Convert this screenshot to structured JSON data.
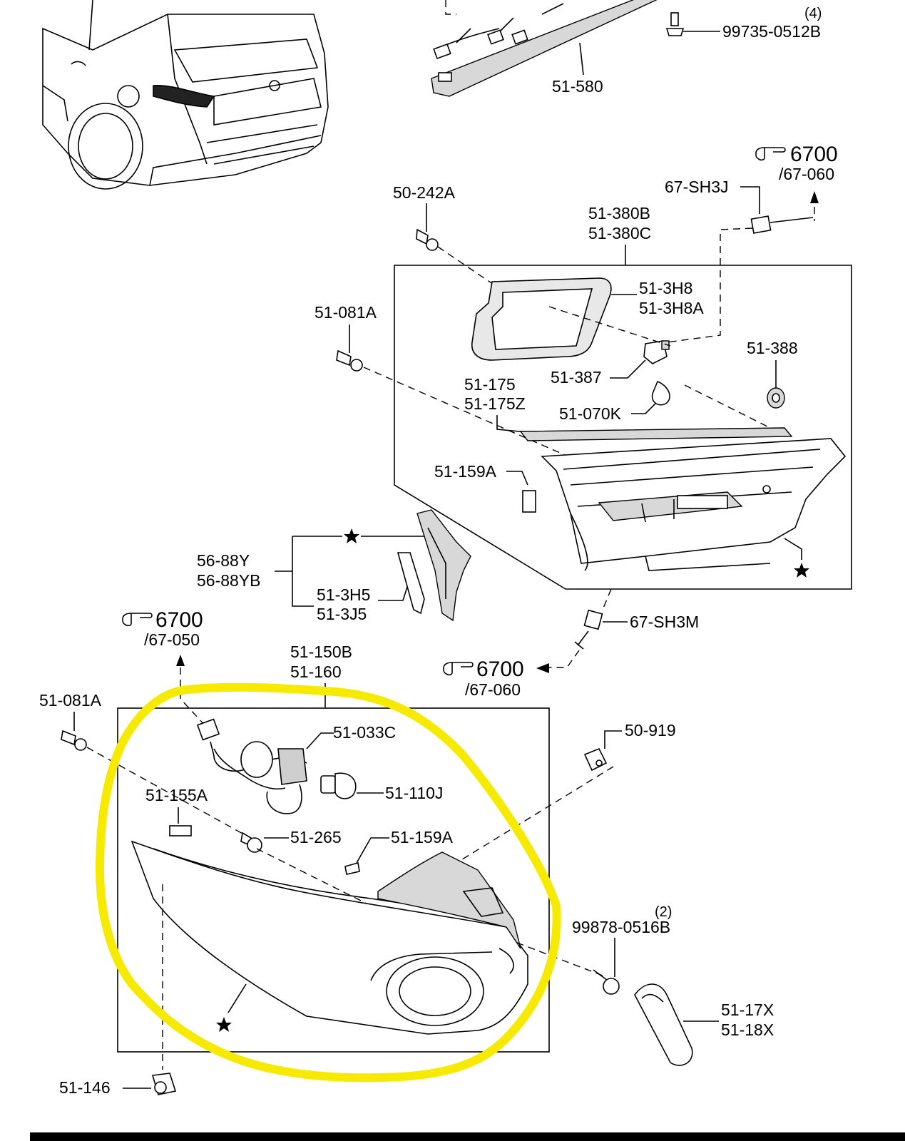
{
  "highlight_color": "#f5ea00",
  "labels": {
    "l_99735": "99735-0512B",
    "l_qty4": "(4)",
    "l_51580": "51-580",
    "l_50242a": "50-242A",
    "l_67sh3j": "67-SH3J",
    "l_51380b": "51-380B",
    "l_51380c": "51-380C",
    "l_513h8": "51-3H8",
    "l_513h8a": "51-3H8A",
    "l_51081a_top": "51-081A",
    "l_51388": "51-388",
    "l_51387": "51-387",
    "l_51175": "51-175",
    "l_51175z": "51-175Z",
    "l_51070k": "51-070K",
    "l_51159a_top": "51-159A",
    "l_5688y": "56-88Y",
    "l_5688yb": "56-88YB",
    "l_513h5": "51-3H5",
    "l_513j5": "51-3J5",
    "l_67sh3m": "67-SH3M",
    "l_51150b": "51-150B",
    "l_51160": "51-160",
    "l_51081a_bot": "51-081A",
    "l_50919": "50-919",
    "l_51033c": "51-033C",
    "l_51110j": "51-110J",
    "l_51155a": "51-155A",
    "l_51265": "51-265",
    "l_51159a_bot": "51-159A",
    "l_qty2": "(2)",
    "l_99878": "99878-0516B",
    "l_5117x": "51-17X",
    "l_5118x": "51-18X",
    "l_51146": "51-146"
  },
  "refs": {
    "r1_num": "6700",
    "r1_sub": "/67-060",
    "r2_num": "6700",
    "r2_sub": "/67-050",
    "r3_num": "6700",
    "r3_sub": "/67-060"
  },
  "icons": {
    "pointer": "pointing-hand-icon",
    "star": "star-icon"
  }
}
